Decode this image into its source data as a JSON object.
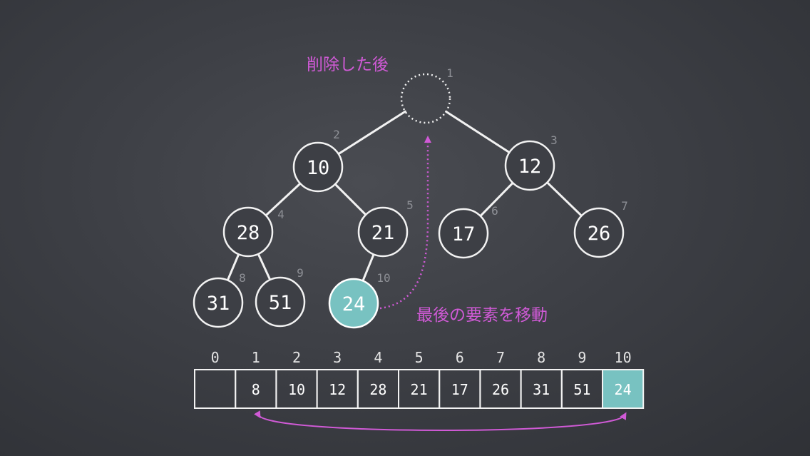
{
  "captions": {
    "after_delete": "削除した後",
    "move_last": "最後の要素を移動"
  },
  "colors": {
    "board": "#3d3f45",
    "chalk": "#f2f2f2",
    "highlight": "#78c2c1",
    "accent": "#d05ad6",
    "index_gray": "#8e9096"
  },
  "tree": {
    "nodes": [
      {
        "index": "1",
        "value": "",
        "empty": true
      },
      {
        "index": "2",
        "value": "10"
      },
      {
        "index": "3",
        "value": "12"
      },
      {
        "index": "4",
        "value": "28"
      },
      {
        "index": "5",
        "value": "21"
      },
      {
        "index": "6",
        "value": "17"
      },
      {
        "index": "7",
        "value": "26"
      },
      {
        "index": "8",
        "value": "31"
      },
      {
        "index": "9",
        "value": "51"
      },
      {
        "index": "10",
        "value": "24",
        "highlight": true
      }
    ],
    "edges": [
      [
        1,
        2
      ],
      [
        1,
        3
      ],
      [
        2,
        4
      ],
      [
        2,
        5
      ],
      [
        3,
        6
      ],
      [
        3,
        7
      ],
      [
        4,
        8
      ],
      [
        4,
        9
      ],
      [
        5,
        10
      ]
    ]
  },
  "array": {
    "indices": [
      "0",
      "1",
      "2",
      "3",
      "4",
      "5",
      "6",
      "7",
      "8",
      "9",
      "10"
    ],
    "cells": [
      {
        "value": ""
      },
      {
        "value": "8",
        "faded": true
      },
      {
        "value": "10"
      },
      {
        "value": "12"
      },
      {
        "value": "28"
      },
      {
        "value": "21"
      },
      {
        "value": "17"
      },
      {
        "value": "26"
      },
      {
        "value": "31"
      },
      {
        "value": "51"
      },
      {
        "value": "24",
        "highlight": true
      }
    ]
  }
}
